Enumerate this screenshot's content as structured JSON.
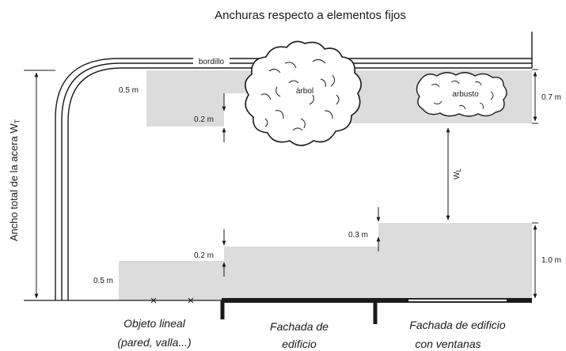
{
  "title": "Anchuras respecto a elementos fijos",
  "labels": {
    "curb": "bordillo",
    "tree": "árbol",
    "shrub": "arbusto",
    "total_width_main": "Ancho total de la acera W",
    "total_width_sub": "T",
    "free_width_main": "W",
    "free_width_sub": "L"
  },
  "dimensions": {
    "curb_strip": "0.5 m",
    "curb_gap": "0.2 m",
    "shrub_strip": "0.7 m",
    "linear_object_strip": "0.5 m",
    "linear_object_gap": "0.2 m",
    "window_gap": "0.3 m",
    "facade_strip": "1.0 m"
  },
  "captions": {
    "linear_line1": "Objeto lineal",
    "linear_line2": "(pared, valla...)",
    "facade_line1": "Fachada de",
    "facade_line2": "edificio",
    "window_line1": "Fachada de edificio",
    "window_line2": "con ventanas"
  },
  "colors": {
    "band_fill": "#dcdcdc",
    "ink": "#1a1a1a",
    "foliage_fill": "#ffffff"
  }
}
